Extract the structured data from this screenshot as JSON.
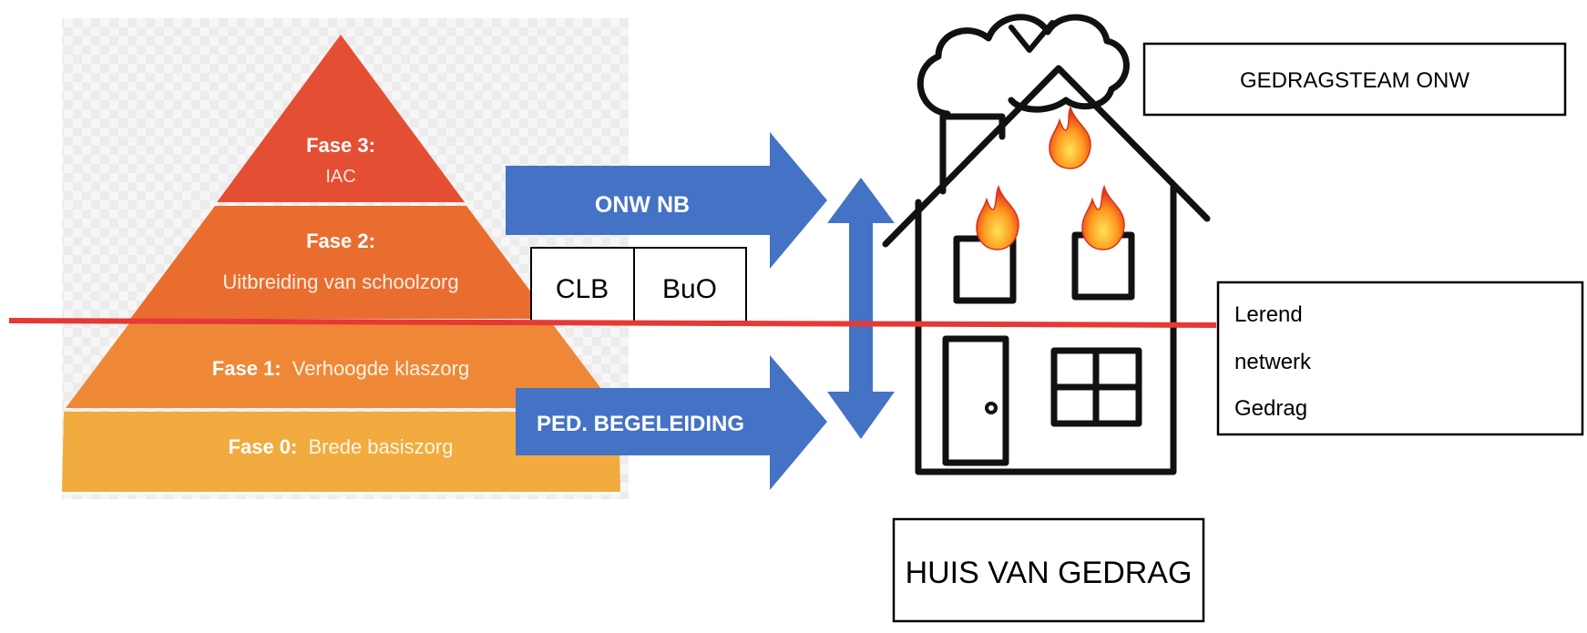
{
  "pyramid": {
    "tiers": [
      {
        "title": "Fase 3:",
        "subtitle": "IAC",
        "color": "#e44f34"
      },
      {
        "title": "Fase 2:",
        "subtitle": "Uitbreiding van schoolzorg",
        "color": "#ea6d30"
      },
      {
        "title": "Fase 1:",
        "subtitle": "Verhoogde klaszorg",
        "color": "#ee8837"
      },
      {
        "title": "Fase 0:",
        "subtitle": "Brede basiszorg",
        "color": "#f1ab3e"
      }
    ]
  },
  "arrows": {
    "top": {
      "label": "ONW NB",
      "color": "#4472c4"
    },
    "bottom": {
      "label": "PED. BEGELEIDING",
      "color": "#4472c4"
    },
    "vertical_color": "#4472c4"
  },
  "partners": {
    "left": "CLB",
    "right": "BuO"
  },
  "house": {
    "caption": "HUIS VAN GEDRAG",
    "team_label": "GEDRAGSTEAM ONW",
    "network_label_lines": [
      "Lerend",
      "netwerk",
      "Gedrag"
    ]
  },
  "divider_color": "#e53935"
}
